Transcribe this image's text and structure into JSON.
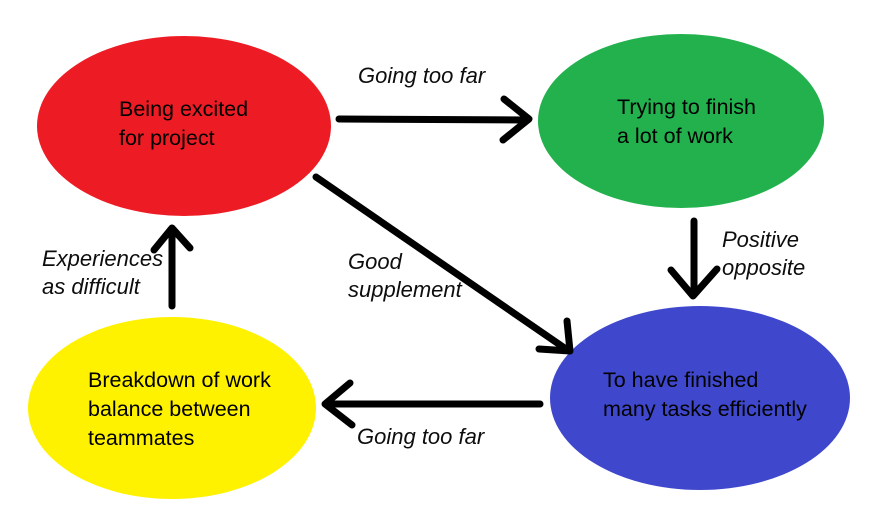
{
  "diagram": {
    "background_color": "#ffffff",
    "arrow_color": "#000000",
    "text_color": "#000000",
    "nodes": [
      {
        "id": "being-excited",
        "color": "#ed1c24",
        "lines": [
          "Being excited",
          "for project"
        ]
      },
      {
        "id": "trying-to-finish",
        "color": "#22b14c",
        "lines": [
          "Trying to finish",
          "a lot of work"
        ]
      },
      {
        "id": "finished-tasks",
        "color": "#3f48cc",
        "lines": [
          "To have finished",
          "many tasks efficiently"
        ]
      },
      {
        "id": "breakdown-balance",
        "color": "#fff200",
        "lines": [
          "Breakdown of work",
          "balance between",
          "teammates"
        ]
      }
    ],
    "edges": [
      {
        "from": "being-excited",
        "to": "trying-to-finish",
        "label_lines": [
          "Going too far"
        ]
      },
      {
        "from": "trying-to-finish",
        "to": "finished-tasks",
        "label_lines": [
          "Positive",
          "opposite"
        ]
      },
      {
        "from": "being-excited",
        "to": "finished-tasks",
        "label_lines": [
          "Good",
          "supplement"
        ]
      },
      {
        "from": "finished-tasks",
        "to": "breakdown-balance",
        "label_lines": [
          "Going too far"
        ]
      },
      {
        "from": "breakdown-balance",
        "to": "being-excited",
        "label_lines": [
          "Experiences",
          "as difficult"
        ]
      }
    ]
  }
}
